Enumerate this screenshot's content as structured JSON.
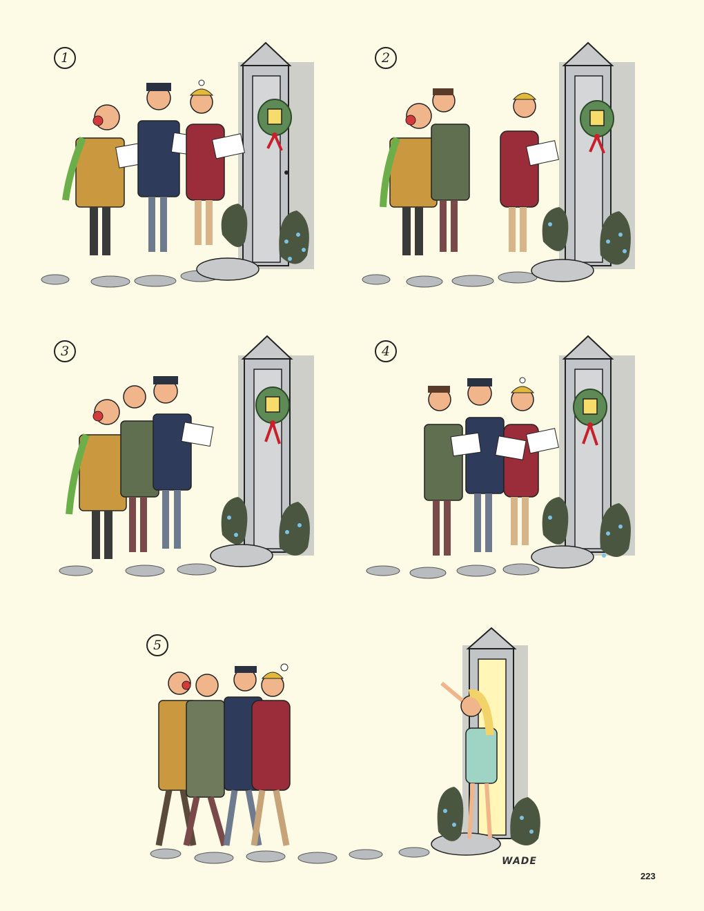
{
  "page": {
    "page_number": "223",
    "signature": "WADE"
  },
  "panels": [
    {
      "number": "1"
    },
    {
      "number": "2"
    },
    {
      "number": "3"
    },
    {
      "number": "4"
    },
    {
      "number": "5"
    }
  ],
  "colors": {
    "background": "#fdfbe6",
    "door_gray": "#a9acae",
    "wreath_green": "#5e8a55",
    "ribbon_red": "#c8202a",
    "coat_tan": "#c9983f",
    "coat_navy": "#2f3b5a",
    "coat_red": "#9b2d3a",
    "coat_olive": "#5f6f4f",
    "scarf_green": "#6cae4a",
    "hat_yellow": "#e2b93b"
  },
  "icons": [
    "wreath-icon",
    "door-icon",
    "carolers-icon",
    "bush-icon",
    "stepping-stone-icon"
  ]
}
